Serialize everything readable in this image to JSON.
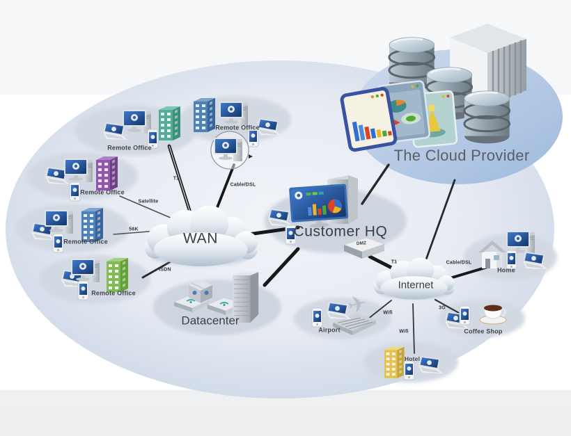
{
  "provider": {
    "label": "The Cloud Provider"
  },
  "clouds": {
    "wan": "WAN",
    "internet": "Internet"
  },
  "nodes": {
    "remote_office_1": "Remote Office",
    "remote_office_2": "Remote Office",
    "remote_office_3": "Remote Office",
    "remote_office_4": "Remote Office",
    "remote_office_5": "Remote Office",
    "customer_hq": "Customer HQ",
    "datacenter": "Datacenter",
    "home": "Home",
    "coffee_shop": "Coffee Shop",
    "airport": "Airport",
    "hotel": "Hotel",
    "dmz": "DMZ"
  },
  "links": {
    "t1_wan": "T1",
    "cable_dsl_wan": "Cable/DSL",
    "satellite": "Satellite",
    "dialup_56k": "56K",
    "isdn": "ISDN",
    "t1_internet": "T1",
    "cable_dsl_home": "Cable/DSL",
    "g3": "3G",
    "wifi_airport": "Wifi",
    "wifi_hotel": "Wifi"
  },
  "colors": {
    "provider_ellipse": "#aac1e0",
    "stage_ellipse": "#cfd9e8",
    "platform_ellipse": "#d5dbe4",
    "screen_blue": "#2e64ad",
    "building_teal": "#53ae98",
    "building_blue": "#4e81b8",
    "building_purple": "#9055ae",
    "building_green": "#82bb55",
    "building_yellow": "#e3c253",
    "line_black": "#16181a"
  }
}
